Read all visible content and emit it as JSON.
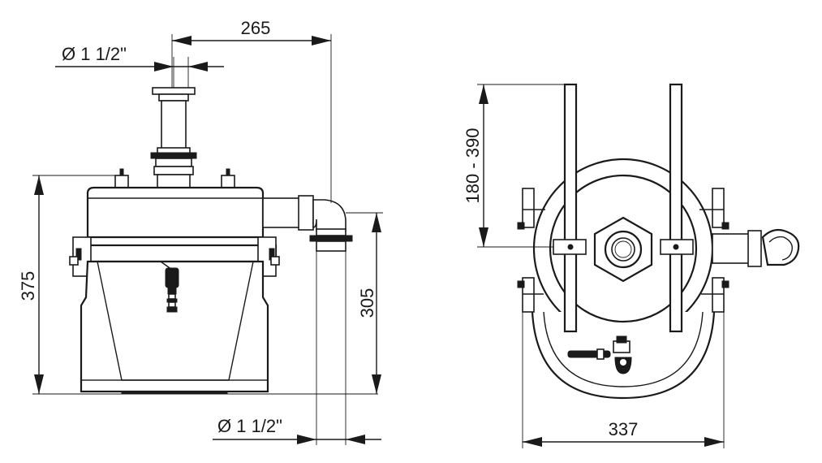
{
  "dimensions": {
    "side_width": "265",
    "top_pipe_diameter": "Ø 1 1/2\"",
    "overall_height": "375",
    "outlet_height": "305",
    "bottom_pipe_diameter": "Ø 1 1/2\"",
    "bracket_range": "180 - 390",
    "front_width": "337"
  },
  "colors": {
    "line": "#1a1a1a",
    "background": "#ffffff"
  }
}
